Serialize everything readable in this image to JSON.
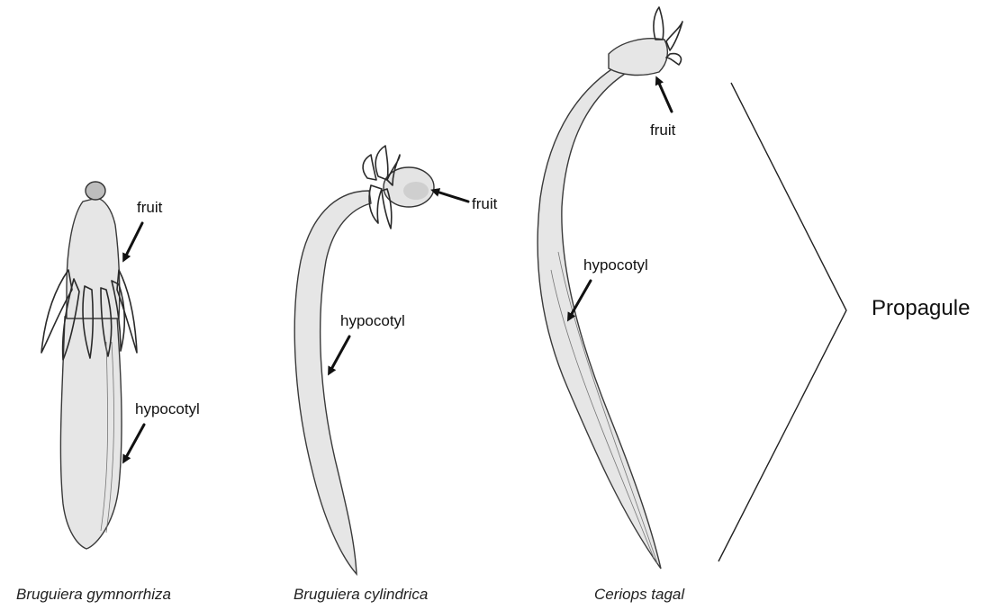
{
  "labels": {
    "fruit": "fruit",
    "hypocotyl": "hypocotyl",
    "propagule": "Propagule"
  },
  "species": [
    {
      "name": "Bruguiera gymnorrhiza"
    },
    {
      "name": "Bruguiera cylindrica"
    },
    {
      "name": "Ceriops tagal"
    }
  ]
}
